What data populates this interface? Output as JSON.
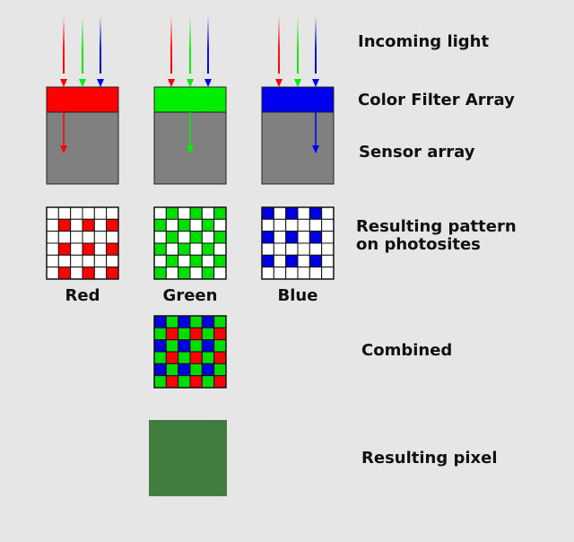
{
  "labels": {
    "incoming_light": "Incoming light",
    "color_filter_array": "Color Filter Array",
    "sensor_array": "Sensor array",
    "resulting_pattern": "Resulting pattern\non photosites",
    "combined": "Combined",
    "resulting_pixel": "Resulting pixel"
  },
  "columns": [
    {
      "key": "red",
      "label": "Red",
      "filter_color": "#ff0000",
      "pass_color": "#ff0000"
    },
    {
      "key": "green",
      "label": "Green",
      "filter_color": "#00ee00",
      "pass_color": "#00ee00"
    },
    {
      "key": "blue",
      "label": "Blue",
      "filter_color": "#0000ee",
      "pass_color": "#0000ee"
    }
  ],
  "light_rays": [
    {
      "name": "red",
      "color": "#ff0000"
    },
    {
      "name": "green",
      "color": "#00ee00"
    },
    {
      "name": "blue",
      "color": "#0000ee"
    }
  ],
  "colors": {
    "background": "#e6e6e6",
    "sensor": "#808080",
    "grid_white": "#ffffff",
    "grid_line": "#111111",
    "red": "#ff0000",
    "green": "#00dd00",
    "blue": "#0000dd",
    "resulting_pixel": "#407e40"
  },
  "grid": {
    "rows": 6,
    "cols": 6
  }
}
